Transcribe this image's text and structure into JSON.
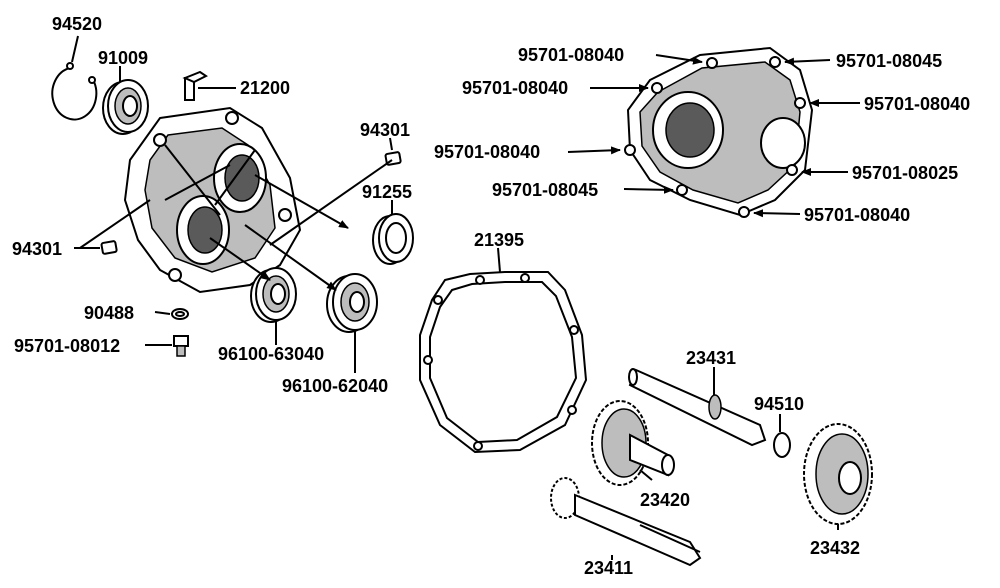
{
  "labels": {
    "p94520": "94520",
    "p91009": "91009",
    "p21200": "21200",
    "p94301_top": "94301",
    "p91255": "91255",
    "p94301_left": "94301",
    "p90488": "90488",
    "p95701_08012": "95701-08012",
    "p96100_63040": "96100-63040",
    "p96100_62040": "96100-62040",
    "p21395": "21395",
    "p23431": "23431",
    "p94510": "94510",
    "p23420": "23420",
    "p23432": "23432",
    "p23411": "23411",
    "b1": "95701-08040",
    "b2": "95701-08045",
    "b3": "95701-08040",
    "b4": "95701-08040",
    "b5": "95701-08040",
    "b6": "95701-08025",
    "b7": "95701-08045",
    "b8": "95701-08040"
  }
}
